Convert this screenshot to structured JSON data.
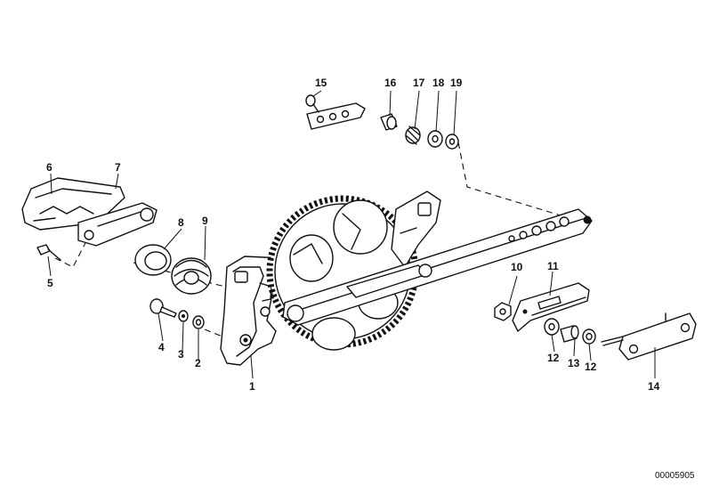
{
  "callouts": [
    {
      "id": "c1",
      "text": "1"
    },
    {
      "id": "c2",
      "text": "2"
    },
    {
      "id": "c3",
      "text": "3"
    },
    {
      "id": "c4",
      "text": "4"
    },
    {
      "id": "c5",
      "text": "5"
    },
    {
      "id": "c6",
      "text": "6"
    },
    {
      "id": "c7",
      "text": "7"
    },
    {
      "id": "c8",
      "text": "8"
    },
    {
      "id": "c9",
      "text": "9"
    },
    {
      "id": "c10",
      "text": "10"
    },
    {
      "id": "c11",
      "text": "11"
    },
    {
      "id": "c12a",
      "text": "12"
    },
    {
      "id": "c13",
      "text": "13"
    },
    {
      "id": "c12b",
      "text": "12"
    },
    {
      "id": "c14",
      "text": "14"
    },
    {
      "id": "c15",
      "text": "15"
    },
    {
      "id": "c16",
      "text": "16"
    },
    {
      "id": "c17",
      "text": "17"
    },
    {
      "id": "c18",
      "text": "18"
    },
    {
      "id": "c19",
      "text": "19"
    }
  ],
  "document_number": "00005905"
}
